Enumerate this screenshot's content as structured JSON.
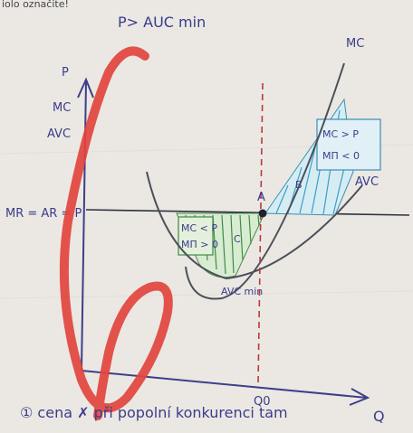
{
  "header_cut": "iolo označite!",
  "title_note": "P> AUC min",
  "axis_y_labels": [
    "P",
    "MC",
    "AVC"
  ],
  "axis_x_label": "Q",
  "price_line_label": "MR = AR = P",
  "curves": {
    "mc": "MC",
    "avc": "AVC"
  },
  "point_a": "A",
  "area_b": "B",
  "area_c": "C",
  "box_left": {
    "line1": "MC < P",
    "line2": "MΠ > 0"
  },
  "box_right": {
    "line1": "MC > P",
    "line2": "MΠ < 0"
  },
  "avc_min_label": "AVC min",
  "q0_label": "Q0",
  "footer_text": "① cena ✗ při popolní konkurenci tam"
}
